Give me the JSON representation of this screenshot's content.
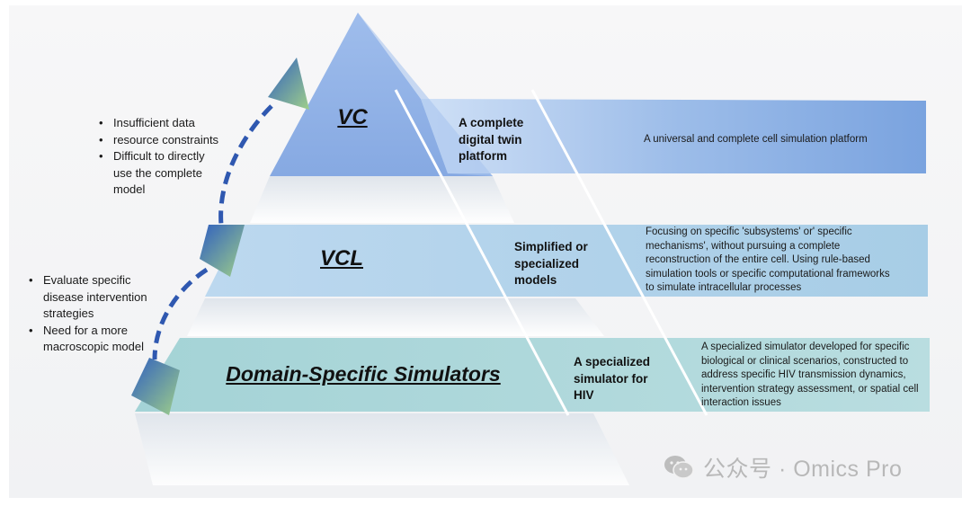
{
  "left_notes": {
    "upper": [
      "Insufficient data",
      "resource constraints",
      "Difficult to directly use the complete model"
    ],
    "lower": [
      "Evaluate specific disease intervention strategies",
      "Need for a more macroscopic model"
    ]
  },
  "levels": [
    {
      "label": "VC",
      "middle": "A complete digital twin platform",
      "description": "A universal and complete cell simulation platform"
    },
    {
      "label": "VCL",
      "middle": "Simplified or specialized models",
      "description": "Focusing on specific 'subsystems' or' specific mechanisms', without pursuing a complete reconstruction of the entire cell. Using rule-based simulation tools or specific computational frameworks to simulate intracellular processes"
    },
    {
      "label": "Domain-Specific Simulators",
      "middle": "A specialized simulator for HIV",
      "description": "A specialized simulator developed for specific biological or clinical scenarios, constructed to address specific HIV transmission dynamics, intervention strategy assessment, or spatial cell interaction issues"
    }
  ],
  "watermark": "公众号 · Omics Pro",
  "colors": {
    "apex": "#8fb1e6",
    "band_vc": "#7ea6e0",
    "band_vcl": "#a9cde6",
    "band_dss": "#a8d6d8",
    "arrow_dash": "#2f58b0"
  }
}
